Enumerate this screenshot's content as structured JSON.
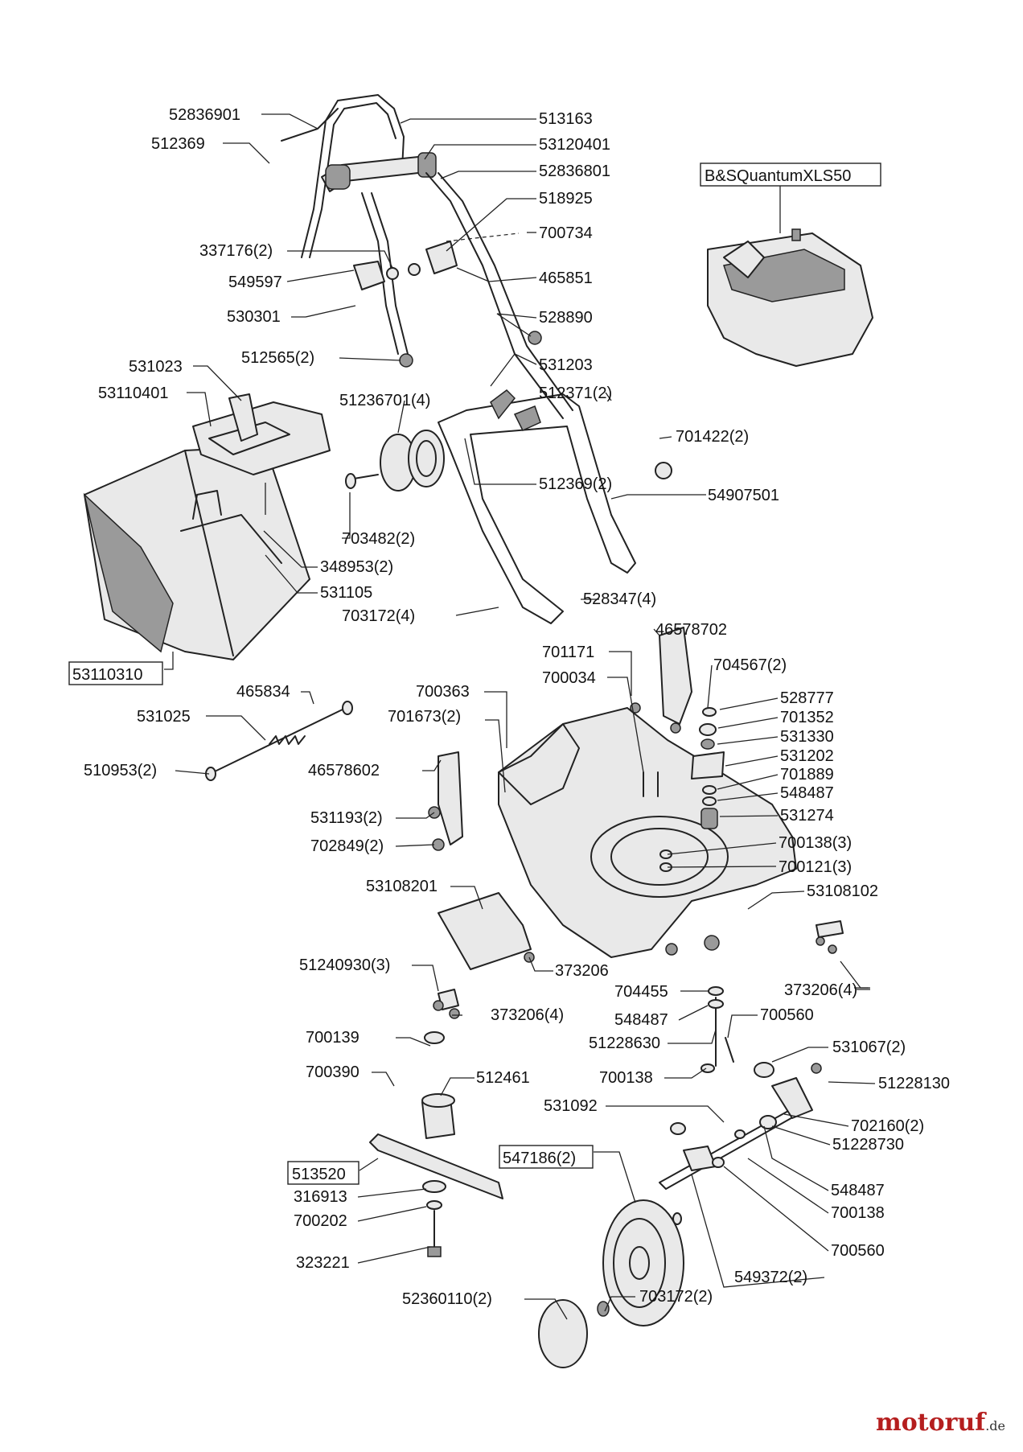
{
  "labels": {
    "p52836901": "52836901",
    "p513163": "513163",
    "p512369a": "512369",
    "p53120401": "53120401",
    "p52836801": "52836801",
    "p518925": "518925",
    "p700734": "700734",
    "p337176": "337176(2)",
    "p549597": "549597",
    "p465851": "465851",
    "p530301": "530301",
    "p528890": "528890",
    "p512565": "512565(2)",
    "p531203": "531203",
    "p531023": "531023",
    "p53110401": "53110401",
    "p51236701": "51236701(4)",
    "p512371": "512371(2)",
    "p701422": "701422(2)",
    "p512369b": "512369(2)",
    "p54907501": "54907501",
    "p703482": "703482(2)",
    "p348953": "348953(2)",
    "p531105": "531105",
    "p528347": "528347(4)",
    "p703172a": "703172(4)",
    "p46578702": "46578702",
    "p53110310": "53110310",
    "p701171": "701171",
    "p704567": "704567(2)",
    "p700034": "700034",
    "p465834": "465834",
    "p700363": "700363",
    "p528777": "528777",
    "p701673": "701673(2)",
    "p531025": "531025",
    "p701352": "701352",
    "p531330": "531330",
    "p510953": "510953(2)",
    "p46578602": "46578602",
    "p531202": "531202",
    "p701889": "701889",
    "p548487a": "548487",
    "p531193": "531193(2)",
    "p531274": "531274",
    "p702849": "702849(2)",
    "p700138a": "700138(3)",
    "p700121": "700121(3)",
    "p53108201": "53108201",
    "p53108102": "53108102",
    "p51240930": "51240930(3)",
    "p373206a": "373206",
    "p373206b": "373206(4)",
    "p704455": "704455",
    "p373206c": "373206(4)",
    "p548487b": "548487",
    "p700560a": "700560",
    "p700139": "700139",
    "p51228630": "51228630",
    "p531067": "531067(2)",
    "p700390": "700390",
    "p700138b": "700138",
    "p51228130": "51228130",
    "p512461": "512461",
    "p531092": "531092",
    "p702160": "702160(2)",
    "p547186": "547186(2)",
    "p51228730": "51228730",
    "p513520": "513520",
    "p548487c": "548487",
    "p316913": "316913",
    "p700138c": "700138",
    "p700202": "700202",
    "p700560b": "700560",
    "p323221": "323221",
    "p549372": "549372(2)",
    "p52360110": "52360110(2)",
    "p703172b": "703172(2)",
    "engine": "B&SQuantumXLS50"
  },
  "brand": {
    "name": "motoruf",
    "suffix": ".de",
    "color": "#b51e1e"
  }
}
